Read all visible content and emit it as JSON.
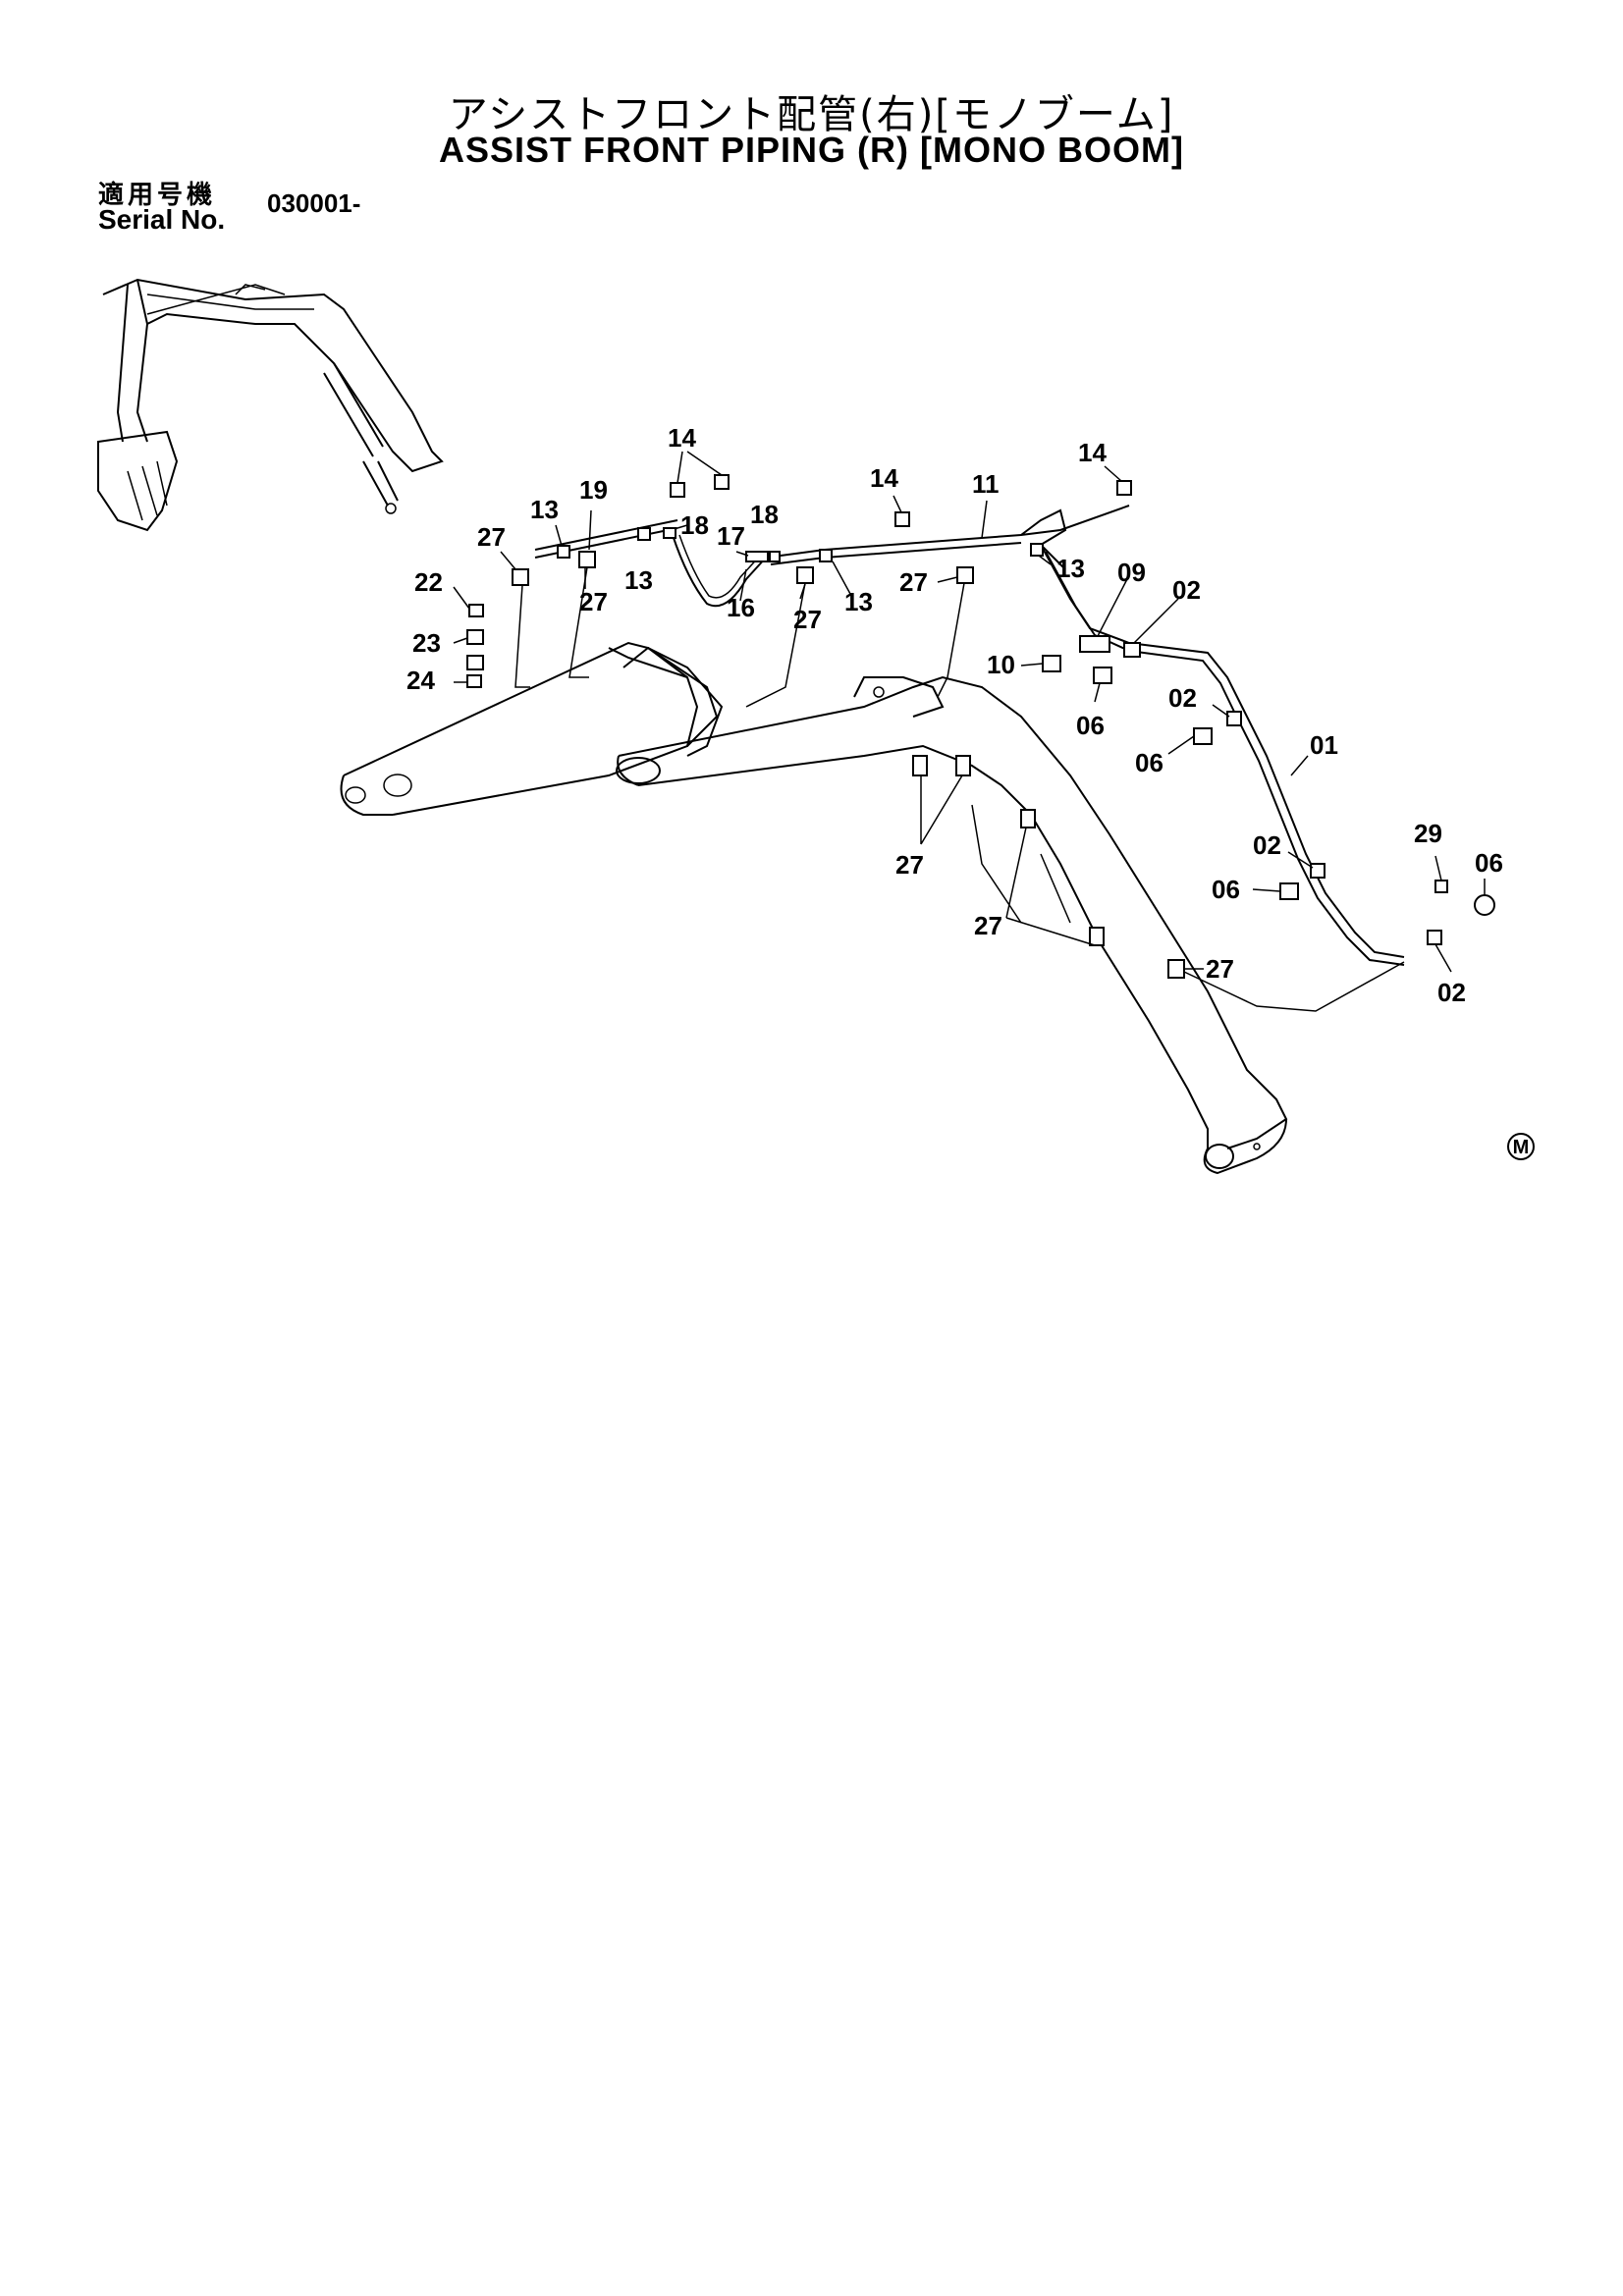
{
  "title": {
    "japanese": "アシストフロント配管(右)[モノブーム]",
    "english": "ASSIST FRONT PIPING (R) [MONO BOOM]"
  },
  "serial": {
    "label_japanese": "適用号機",
    "label_english": "Serial No.",
    "value": "030001-"
  },
  "mark": "M",
  "callouts": [
    {
      "id": "c14a",
      "label": "14"
    },
    {
      "id": "c19",
      "label": "19"
    },
    {
      "id": "c13a",
      "label": "13"
    },
    {
      "id": "c27a",
      "label": "27"
    },
    {
      "id": "c18a",
      "label": "18"
    },
    {
      "id": "c17",
      "label": "17"
    },
    {
      "id": "c18b",
      "label": "18"
    },
    {
      "id": "c14b",
      "label": "14"
    },
    {
      "id": "c11",
      "label": "11"
    },
    {
      "id": "c14c",
      "label": "14"
    },
    {
      "id": "c22",
      "label": "22"
    },
    {
      "id": "c27b",
      "label": "27"
    },
    {
      "id": "c13b",
      "label": "13"
    },
    {
      "id": "c16",
      "label": "16"
    },
    {
      "id": "c13c",
      "label": "13"
    },
    {
      "id": "c27c",
      "label": "27"
    },
    {
      "id": "c27d",
      "label": "27"
    },
    {
      "id": "c13d",
      "label": "13"
    },
    {
      "id": "c09",
      "label": "09"
    },
    {
      "id": "c02a",
      "label": "02"
    },
    {
      "id": "c23",
      "label": "23"
    },
    {
      "id": "c24",
      "label": "24"
    },
    {
      "id": "c10",
      "label": "10"
    },
    {
      "id": "c06a",
      "label": "06"
    },
    {
      "id": "c02b",
      "label": "02"
    },
    {
      "id": "c06b",
      "label": "06"
    },
    {
      "id": "c01",
      "label": "01"
    },
    {
      "id": "c27e",
      "label": "27"
    },
    {
      "id": "c29",
      "label": "29"
    },
    {
      "id": "c02c",
      "label": "02"
    },
    {
      "id": "c06c",
      "label": "06"
    },
    {
      "id": "c06d",
      "label": "06"
    },
    {
      "id": "c27f",
      "label": "27"
    },
    {
      "id": "c27g",
      "label": "27"
    },
    {
      "id": "c02d",
      "label": "02"
    }
  ]
}
